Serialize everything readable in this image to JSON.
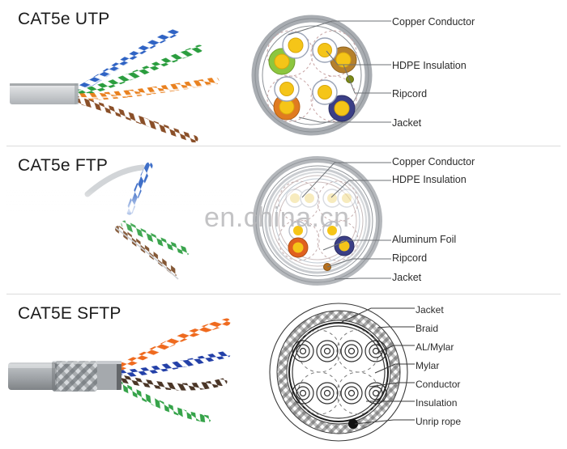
{
  "page": {
    "background": "#ffffff",
    "watermark": "en.china.cn",
    "divider_color": "#dcdcdc"
  },
  "rows": [
    {
      "id": "utp",
      "title": "CAT5e UTP",
      "photo": {
        "alt": "cat5e-utp-cable-photo",
        "jacket_color": "#d2d4d6",
        "pairs": [
          {
            "name": "blue-pair",
            "color": "#2f63c4"
          },
          {
            "name": "green-pair",
            "color": "#2a9d3e"
          },
          {
            "name": "orange-pair",
            "color": "#e9811f"
          },
          {
            "name": "brown-pair",
            "color": "#8a4f28"
          }
        ]
      },
      "cross_section": {
        "alt": "cat5e-utp-cross-section",
        "jacket_color": "#b9bcc0",
        "conductor_color": "#f5c518",
        "pairs": [
          {
            "name": "green-pair",
            "color": "#7bbd2a"
          },
          {
            "name": "brown-pair",
            "color": "#b5802c"
          },
          {
            "name": "orange-pair",
            "color": "#e07b20"
          },
          {
            "name": "blue-pair",
            "color": "#3b3f86"
          }
        ],
        "ripcord_color": "#7c8a16"
      },
      "labels": [
        {
          "name": "copper-conductor",
          "text": "Copper Conductor"
        },
        {
          "name": "hdpe-insulation",
          "text": "HDPE Insulation"
        },
        {
          "name": "ripcord",
          "text": "Ripcord"
        },
        {
          "name": "jacket",
          "text": "Jacket"
        }
      ]
    },
    {
      "id": "ftp",
      "title": "CAT5e FTP",
      "photo": {
        "alt": "cat5e-ftp-cable-photo",
        "jacket_color": "#d8dadc",
        "pairs": [
          {
            "name": "blue-pair",
            "color": "#2f63c4"
          },
          {
            "name": "green-pair",
            "color": "#2a9d3e"
          },
          {
            "name": "brown-pair",
            "color": "#8a4f28"
          }
        ]
      },
      "cross_section": {
        "alt": "cat5e-ftp-cross-section",
        "jacket_color": "#c2c4c8",
        "foil_color": "#d9dbdd",
        "conductor_color": "#f5c518",
        "pairs": [
          {
            "name": "orange-pair",
            "color": "#e0601f"
          },
          {
            "name": "blue-pair",
            "color": "#3b3f86"
          }
        ],
        "ripcord_color": "#b5701f"
      },
      "labels": [
        {
          "name": "copper-conductor",
          "text": "Copper Conductor"
        },
        {
          "name": "hdpe-insulation",
          "text": "HDPE Insulation"
        },
        {
          "name": "aluminum-foil",
          "text": "Aluminum Foil"
        },
        {
          "name": "ripcord",
          "text": "Ripcord"
        },
        {
          "name": "jacket",
          "text": "Jacket"
        }
      ]
    },
    {
      "id": "sftp",
      "title": "CAT5E SFTP",
      "photo": {
        "alt": "cat5e-sftp-cable-photo",
        "jacket_color": "#9ea2a6",
        "braid_color": "#8b9095",
        "pairs": [
          {
            "name": "orange-pair",
            "color": "#ef6a1e"
          },
          {
            "name": "blue-pair",
            "color": "#2340a8"
          },
          {
            "name": "brown-pair",
            "color": "#4a3526"
          },
          {
            "name": "green-pair",
            "color": "#35a349"
          }
        ]
      },
      "cross_section": {
        "alt": "cat5e-sftp-cross-section",
        "line_color": "#3a3a3a",
        "conductor_count": 8,
        "unrip_rope_color": "#101010"
      },
      "labels": [
        {
          "name": "jacket",
          "text": "Jacket"
        },
        {
          "name": "braid",
          "text": "Braid"
        },
        {
          "name": "al-mylar",
          "text": "AL/Mylar"
        },
        {
          "name": "mylar",
          "text": "Mylar"
        },
        {
          "name": "conductor",
          "text": "Conductor"
        },
        {
          "name": "insulation",
          "text": "Insulation"
        },
        {
          "name": "unrip-rope",
          "text": "Unrip rope"
        }
      ]
    }
  ]
}
